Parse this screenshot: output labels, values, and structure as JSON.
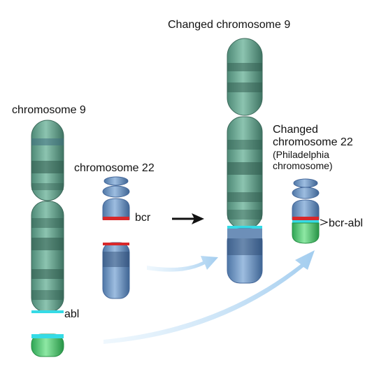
{
  "labels": {
    "chromosome9": "chromosome 9",
    "chromosome22": "chromosome 22",
    "changed9": "Changed chromosome 9",
    "changed22_line1": "Changed",
    "changed22_line2": "chromosome 22",
    "philadelphia_line1": "(Philadelphia",
    "philadelphia_line2": "chromosome)",
    "bcr": "bcr",
    "abl": "abl",
    "bcr_abl": "bcr-abl"
  },
  "colors": {
    "chr9_green": "#5e9e88",
    "chr9_band_dark": "#3e6e60",
    "chr9_band_light": "#8fc3b0",
    "chr22_blue": "#6e93c0",
    "chr22_band_dark": "#3d5c84",
    "abl_green": "#4cc86e",
    "cyan_marker": "#35dbe6",
    "bcr_red": "#d8282a",
    "arrow_light_blue": "#a8d0ef",
    "arrow_black": "#111111"
  }
}
